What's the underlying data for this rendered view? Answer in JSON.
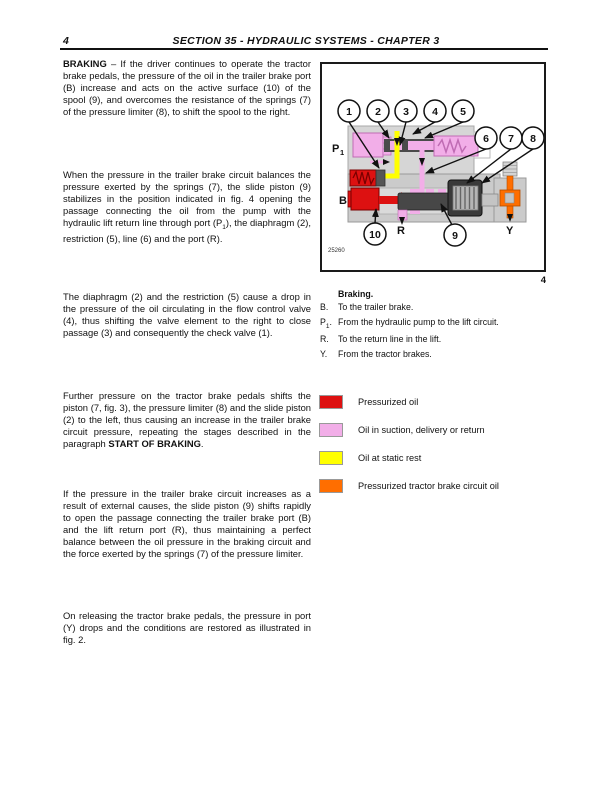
{
  "header": {
    "page_number": "4",
    "title": "SECTION 35 - HYDRAULIC SYSTEMS - CHAPTER 3"
  },
  "body": {
    "p1": {
      "lead": "BRAKING",
      "rest": " – If the driver continues to operate the tractor brake pedals, the pressure of the oil in the trailer brake port (B) increase and acts on the active surface (10) of the spool (9), and overcomes the resistance of the springs (7) of the pressure limiter (8), to shift the spool to the right."
    },
    "p2": {
      "a": "When the pressure in the trailer brake circuit balances the pressure exerted by the springs (7), the slide piston (9) stabilizes in the position indicated in fig. 4 opening the passage connecting the oil from the pump with the hydraulic lift return line through port (P",
      "sub": "1",
      "b": "), the diaphragm (2), restriction (5), line (6) and the port (R)."
    },
    "p3": {
      "text": "The diaphragm (2) and the restriction (5) cause a drop in the pressure of the oil circulating in the flow control valve (4), thus shifting the valve element to the right to close passage (3) and consequently the check valve (1)."
    },
    "p4": {
      "a": "Further pressure on the tractor brake pedals shifts the piston (7, fig. 3), the pressure limiter (8) and the slide piston (2) to the left, thus causing an increase in the trailer brake circuit pressure, repeating the stages described in the paragraph ",
      "bold": "START OF BRAKING",
      "end": "."
    },
    "p5": {
      "text": "If the pressure in the trailer brake circuit increases as a result of external causes, the slide piston (9) shifts rapidly to open the passage connecting the trailer brake port (B) and the lift return port (R), thus maintaining a perfect balance between the oil pressure in the braking circuit and the force exerted by the springs (7) of the pressure limiter."
    },
    "p6": {
      "text": "On releasing the tractor brake pedals, the pressure in port (Y) drops and the conditions are restored as illustrated in fig. 2."
    }
  },
  "figure": {
    "code": "25260",
    "number": "4",
    "callouts": [
      "1",
      "2",
      "3",
      "4",
      "5",
      "6",
      "7",
      "8",
      "9",
      "10"
    ],
    "ports": {
      "p1_main": "P",
      "p1_sub": "1",
      "b": "B",
      "r": "R",
      "y": "Y"
    },
    "caption": {
      "title": "Braking.",
      "items": {
        "b": {
          "k": "B.",
          "text": "To the trailer brake."
        },
        "p1": {
          "k": "P",
          "sub": "1",
          "dot": ".",
          "text": "From the hydraulic pump to the lift circuit."
        },
        "r": {
          "k": "R.",
          "text": "To the return line in the lift."
        },
        "y": {
          "k": "Y.",
          "text": "From the tractor brakes."
        }
      }
    }
  },
  "oil_legend": {
    "items": [
      {
        "color": "#dd1111",
        "label": "Pressurized oil"
      },
      {
        "color": "#f2aee8",
        "label": "Oil in suction, delivery or return"
      },
      {
        "color": "#ffff00",
        "label": "Oil at static rest"
      },
      {
        "color": "#ff6e00",
        "label": "Pressurized tractor brake circuit oil"
      }
    ]
  }
}
